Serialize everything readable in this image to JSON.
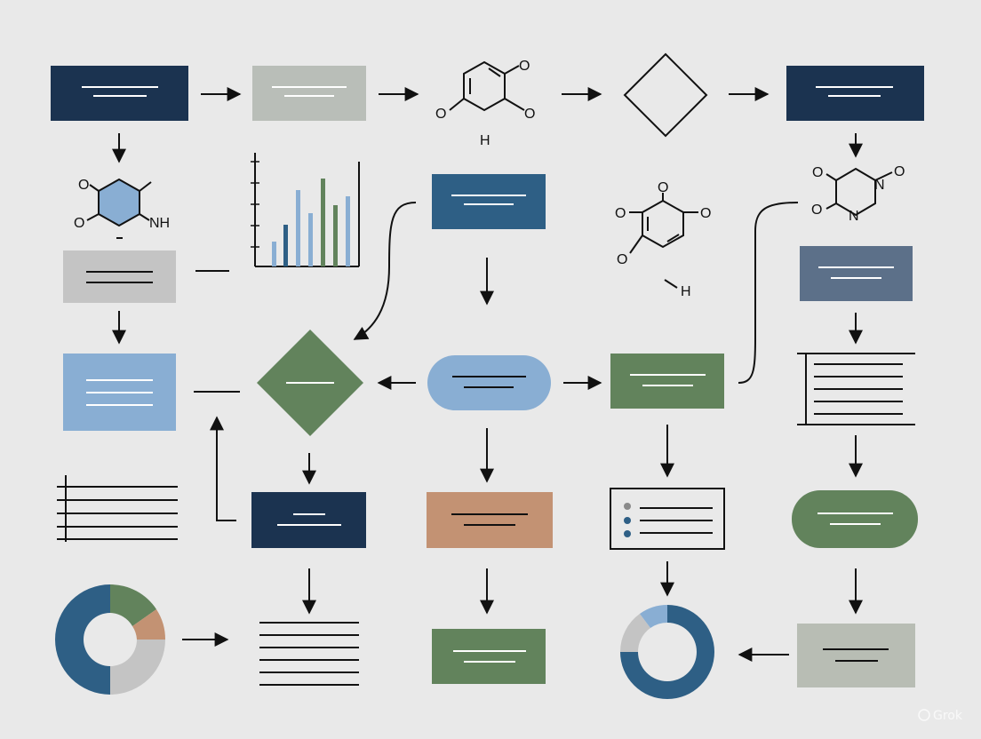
{
  "colors": {
    "background": "#e9e9e9",
    "navy": "#1b3350",
    "gray": "#b9beb8",
    "light_gray": "#c4c4c4",
    "blue": "#2e5f85",
    "slate": "#5c7089",
    "light_blue": "#89aed3",
    "green": "#62835c",
    "tan": "#c39273",
    "sage": "#b8bdb4",
    "line": "#111111"
  },
  "chem_labels": {
    "mol1": {
      "o_top": "O",
      "o_left": "O",
      "o_right": "O",
      "h": "H"
    },
    "mol2": {
      "o_top_left": "O",
      "o_left": "O",
      "nh": "NH"
    },
    "mol3": {
      "o_top": "O",
      "o_left": "O",
      "o_right": "O",
      "o_bottom": "O",
      "h": "H"
    },
    "mol4": {
      "o_top_left": "O",
      "n_top": "N",
      "o_top_right": "O",
      "o_bottom": "O",
      "n_bottom": "N"
    }
  },
  "watermark": "Grok"
}
